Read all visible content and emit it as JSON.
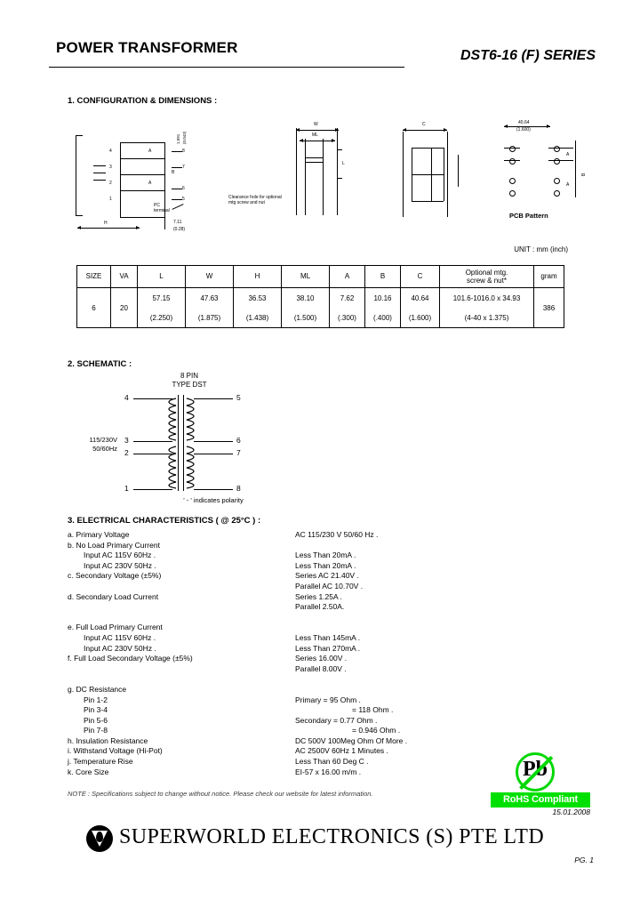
{
  "header": {
    "title": "POWER TRANSFORMER",
    "series": "DST6-16 (F) SERIES"
  },
  "sections": {
    "configuration": "1. CONFIGURATION & DIMENSIONS :",
    "schematic": "2. SCHEMATIC :",
    "electrical": "3. ELECTRICAL CHARACTERISTICS ( @ 25°C ) :"
  },
  "drawing": {
    "clearance_note": "Clearance  hole for optional\nmtg screw and nut",
    "pc_terminal": "PC\nterminal",
    "pcb_pattern_label": "PCB Pattern",
    "pcb_dim_mm": "40.64",
    "pcb_dim_in": "(1.600)",
    "pitch_mm": "1.091",
    "pitch_in": "(0.043)",
    "term_mm": "7.11",
    "term_in": "(0.28)",
    "label_H": "H",
    "label_W": "W",
    "label_ML": "ML",
    "label_L": "L",
    "label_A": "A",
    "label_B": "B",
    "label_C": "C",
    "pins_left": [
      "1",
      "2",
      "3",
      "4"
    ],
    "pins_right": [
      "5",
      "6",
      "7",
      "8"
    ]
  },
  "unit_note": "UNIT : mm (inch)",
  "dimension_table": {
    "headers": [
      "SIZE",
      "VA",
      "L",
      "W",
      "H",
      "ML",
      "A",
      "B",
      "C",
      "Optional mtg.\nscrew & nut*",
      "gram"
    ],
    "row_mm": [
      "6",
      "20",
      "57.15",
      "47.63",
      "36.53",
      "38.10",
      "7.62",
      "10.16",
      "40.64",
      "101.6-1016.0  x  34.93",
      "386"
    ],
    "row_inch": [
      "",
      "",
      "(2.250)",
      "(1.875)",
      "(1.438)",
      "(1.500)",
      "(.300)",
      "(.400)",
      "(1.600)",
      "(4-40   x   1.375)",
      ""
    ]
  },
  "schematic": {
    "type_label": "8 PIN\nTYPE DST",
    "source_label": "115/230V\n50/60Hz",
    "pins_left": [
      "4",
      "3",
      "2",
      "1"
    ],
    "pins_right": [
      "5",
      "6",
      "7",
      "8"
    ],
    "polarity_note": "' - '  indicates polarity"
  },
  "electrical": [
    {
      "label": "a. Primary  Voltage",
      "indent": 0,
      "value": "AC  115/230  V  50/60  Hz .",
      "vindent": 0
    },
    {
      "label": "b. No Load Primary Current",
      "indent": 0,
      "value": "",
      "vindent": 0
    },
    {
      "label": "Input  AC  115V  60Hz .",
      "indent": 1,
      "value": "Less  Than  20mA .",
      "vindent": 0
    },
    {
      "label": "Input  AC  230V  50Hz .",
      "indent": 1,
      "value": "Less  Than  20mA .",
      "vindent": 0
    },
    {
      "label": "c. Secondary  Voltage  (±5%)",
      "indent": 0,
      "value": "Series  AC  21.40V .",
      "vindent": 0
    },
    {
      "label": "",
      "indent": 0,
      "value": "Parallel  AC  10.70V .",
      "vindent": 0
    },
    {
      "label": "d. Secondary  Load  Current",
      "indent": 0,
      "value": "Series  1.25A .",
      "vindent": 0
    },
    {
      "label": "",
      "indent": 0,
      "value": "Parallel  2.50A.",
      "vindent": 0
    },
    {
      "label": "",
      "indent": 0,
      "value": "",
      "vindent": 0
    },
    {
      "label": "e. Full  Load  Primary  Current",
      "indent": 0,
      "value": "",
      "vindent": 0
    },
    {
      "label": "Input  AC  115V  60Hz .",
      "indent": 1,
      "value": "Less  Than  145mA .",
      "vindent": 0
    },
    {
      "label": "Input  AC  230V  50Hz .",
      "indent": 1,
      "value": "Less  Than  270mA .",
      "vindent": 0
    },
    {
      "label": "f. Full  Load  Secondary  Voltage (±5%)",
      "indent": 0,
      "value": "Series 16.00V .",
      "vindent": 0
    },
    {
      "label": "",
      "indent": 0,
      "value": "Parallel  8.00V .",
      "vindent": 0
    },
    {
      "label": "",
      "indent": 0,
      "value": "",
      "vindent": 0
    },
    {
      "label": "g. DC  Resistance",
      "indent": 0,
      "value": "",
      "vindent": 0
    },
    {
      "label": "Pin  1-2",
      "indent": 1,
      "value": "Primary = 95 Ohm .",
      "vindent": 0
    },
    {
      "label": "Pin  3-4",
      "indent": 1,
      "value": "= 118 Ohm .",
      "vindent": 1
    },
    {
      "label": "Pin  5-6",
      "indent": 1,
      "value": "Secondary = 0.77 Ohm .",
      "vindent": 0
    },
    {
      "label": "Pin  7-8",
      "indent": 1,
      "value": "= 0.946 Ohm .",
      "vindent": 1
    },
    {
      "label": "h. Insulation  Resistance",
      "indent": 0,
      "value": "DC  500V  100Meg Ohm Of More .",
      "vindent": 0
    },
    {
      "label": "i. Withstand  Voltage  (Hi-Pot)",
      "indent": 0,
      "value": "AC  2500V  60Hz 1 Minutes .",
      "vindent": 0
    },
    {
      "label": "j. Temperature  Rise",
      "indent": 0,
      "value": "Less  Than  60 Deg C .",
      "vindent": 0
    },
    {
      "label": "k. Core  Size",
      "indent": 0,
      "value": "EI-57 x 16.00 m/m .",
      "vindent": 0
    }
  ],
  "rohs": {
    "symbol_text": "Pb",
    "badge_label": "RoHS Compliant",
    "badge_color": "#00e000"
  },
  "footer": {
    "note": "NOTE : Specifications subject to change without notice. Please check our website for latest information.",
    "date": "15.01.2008",
    "company": "SUPERWORLD  ELECTRONICS  (S)  PTE  LTD",
    "page": "PG. 1"
  }
}
